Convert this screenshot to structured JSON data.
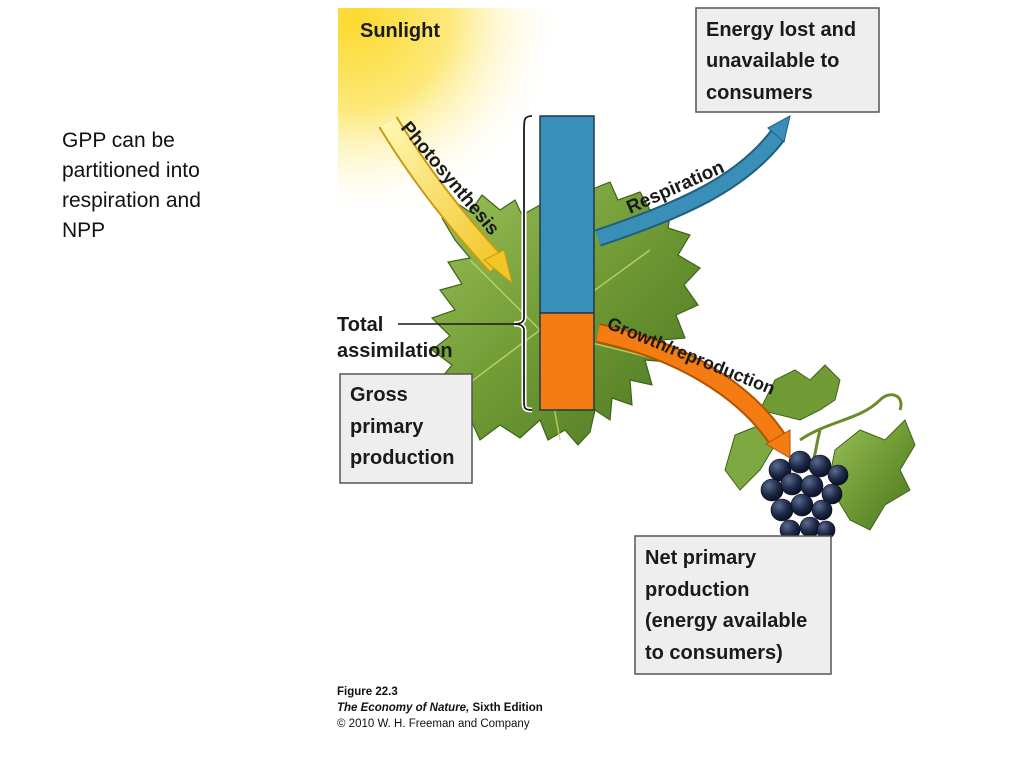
{
  "slide": {
    "side_text_lines": [
      "GPP can be",
      "partitioned into",
      "respiration and",
      "NPP"
    ]
  },
  "diagram": {
    "sunlight_label": "Sunlight",
    "energy_lost_lines": [
      "Energy lost and",
      "unavailable to",
      "consumers"
    ],
    "photosynthesis_label": "Photosynthesis",
    "respiration_label": "Respiration",
    "growth_label": "Growth/reproduction",
    "total_assimilation_lines": [
      "Total",
      "assimilation"
    ],
    "gpp_lines": [
      "Gross",
      "primary",
      "production"
    ],
    "npp_lines": [
      "Net primary",
      "production",
      "(energy available",
      "to consumers)"
    ],
    "colors": {
      "respiration_bar": "#3a8fb8",
      "growth_bar": "#f57c12",
      "photosynthesis_arrow": "#f3d23c",
      "sunlight": "#fde56b",
      "box_fill": "#eeeeee"
    }
  },
  "figure_caption": {
    "figure_number": "Figure 22.3",
    "book_title": "The Economy of Nature,",
    "edition": " Sixth Edition",
    "copyright": "© 2010 W. H. Freeman and Company"
  }
}
